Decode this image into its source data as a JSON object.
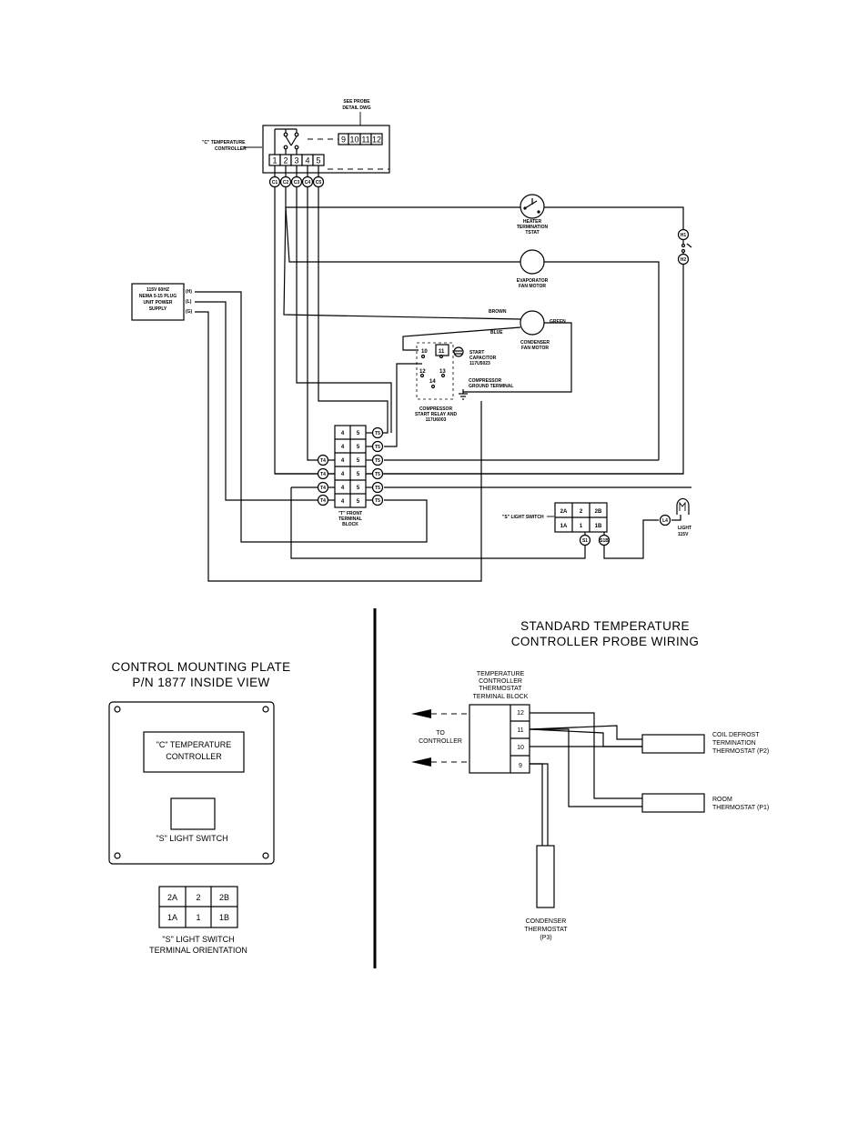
{
  "wiring": {
    "probe_note": [
      "SEE PROBE",
      "DETAIL DWG"
    ],
    "controller_label": [
      "\"C\" TEMPERATURE",
      "CONTROLLER"
    ],
    "controller_terminals": [
      "1",
      "2",
      "3",
      "4",
      "5"
    ],
    "probe_terminals": [
      "9",
      "10",
      "11",
      "12"
    ],
    "c_points": [
      "C1",
      "C2",
      "C3",
      "C4",
      "C5"
    ],
    "heater_label": [
      "HEATER",
      "TERMINATION",
      "TSTAT"
    ],
    "evap_label": [
      "EVAPORATOR",
      "FAN MOTOR"
    ],
    "cond_label": [
      "CONDENSER",
      "FAN MOTOR"
    ],
    "wire_brown": "BROWN",
    "wire_blue": "BLUE",
    "wire_green": "GREEN",
    "h1": "H1",
    "h2": "H2",
    "power_label": [
      "115V 60HZ",
      "NEMA 5-15 PLUG",
      "UNIT POWER",
      "SUPPLY"
    ],
    "power_terms": [
      "(H)",
      "(L)",
      "(G)"
    ],
    "start_cap_label": [
      "START",
      "CAPACITOR",
      "117U5023"
    ],
    "relay_terms": [
      "10",
      "11",
      "12",
      "13",
      "14"
    ],
    "relay_label": [
      "COMPRESSOR",
      "START RELAY AND",
      "117U6003"
    ],
    "ground_label": [
      "COMPRESSOR",
      "GROUND TERMINAL"
    ],
    "terminal_block_label": [
      "\"T\" FRONT",
      "TERMINAL",
      "BLOCK"
    ],
    "tb_left": "4",
    "tb_right": "5",
    "t4": "T4",
    "t5": "T5",
    "light_switch_label": "\"S\" LIGHT SWITCH",
    "light_switch_cells": [
      "2A",
      "2",
      "2B",
      "1A",
      "1",
      "1B"
    ],
    "s1": "S1",
    "s1b": "S1B",
    "l4": "L4",
    "light_label": [
      "LIGHT",
      "115V"
    ]
  },
  "mounting_plate": {
    "title_line1": "CONTROL MOUNTING PLATE",
    "title_line2": "P/N 1877 INSIDE VIEW",
    "controller_label": [
      "\"C\" TEMPERATURE",
      "CONTROLLER"
    ],
    "switch_label": "\"S\" LIGHT SWITCH",
    "orientation_cells": [
      "2A",
      "2",
      "2B",
      "1A",
      "1",
      "1B"
    ],
    "orientation_label": [
      "\"S\" LIGHT SWITCH",
      "TERMINAL ORIENTATION"
    ]
  },
  "probe_wiring": {
    "title_line1": "STANDARD TEMPERATURE",
    "title_line2": "CONTROLLER PROBE WIRING",
    "block_label": [
      "TEMPERATURE",
      "CONTROLLER",
      "THERMOSTAT",
      "TERMINAL BLOCK"
    ],
    "block_terms": [
      "12",
      "11",
      "10",
      "9"
    ],
    "to_controller": [
      "TO",
      "CONTROLLER"
    ],
    "coil_label": [
      "COIL DEFROST",
      "TERMINATION",
      "THERMOSTAT (P2)"
    ],
    "room_label": [
      "ROOM",
      "THERMOSTAT (P1)"
    ],
    "condenser_label": [
      "CONDENSER",
      "THERMOSTAT",
      "(P3)"
    ]
  }
}
